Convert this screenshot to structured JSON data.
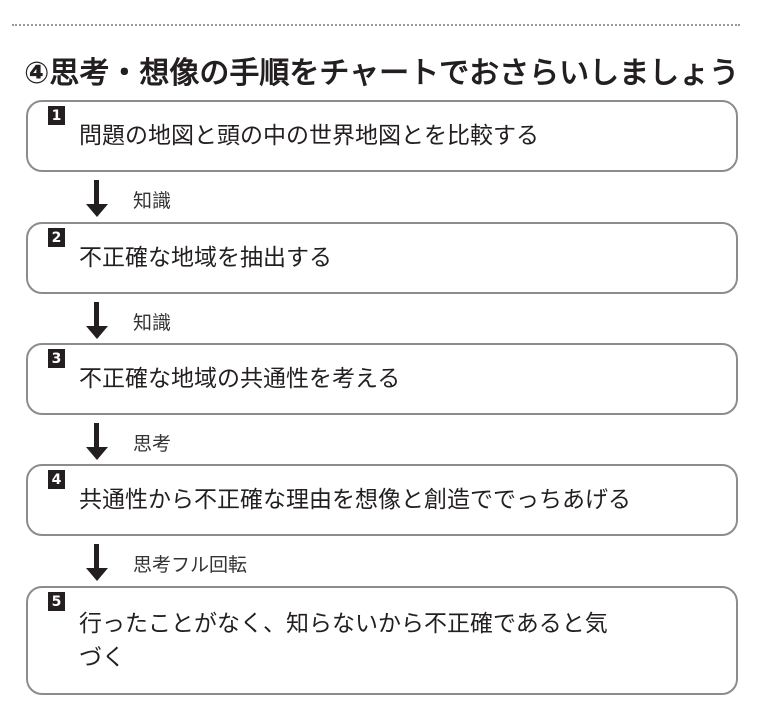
{
  "title": "④思考・想像の手順をチャートでおさらいしましょう",
  "steps": [
    {
      "number": "1",
      "text": "問題の地図と頭の中の世界地図とを比較する"
    },
    {
      "number": "2",
      "text": "不正確な地域を抽出する"
    },
    {
      "number": "3",
      "text": "不正確な地域の共通性を考える"
    },
    {
      "number": "4",
      "text": "共通性から不正確な理由を想像と創造ででっちあげる"
    },
    {
      "number": "5",
      "text": "行ったことがなく、知らないから不正確であると気づく"
    }
  ],
  "arrows": [
    {
      "label": "知識"
    },
    {
      "label": "知識"
    },
    {
      "label": "思考"
    },
    {
      "label": "思考フル回転"
    }
  ]
}
